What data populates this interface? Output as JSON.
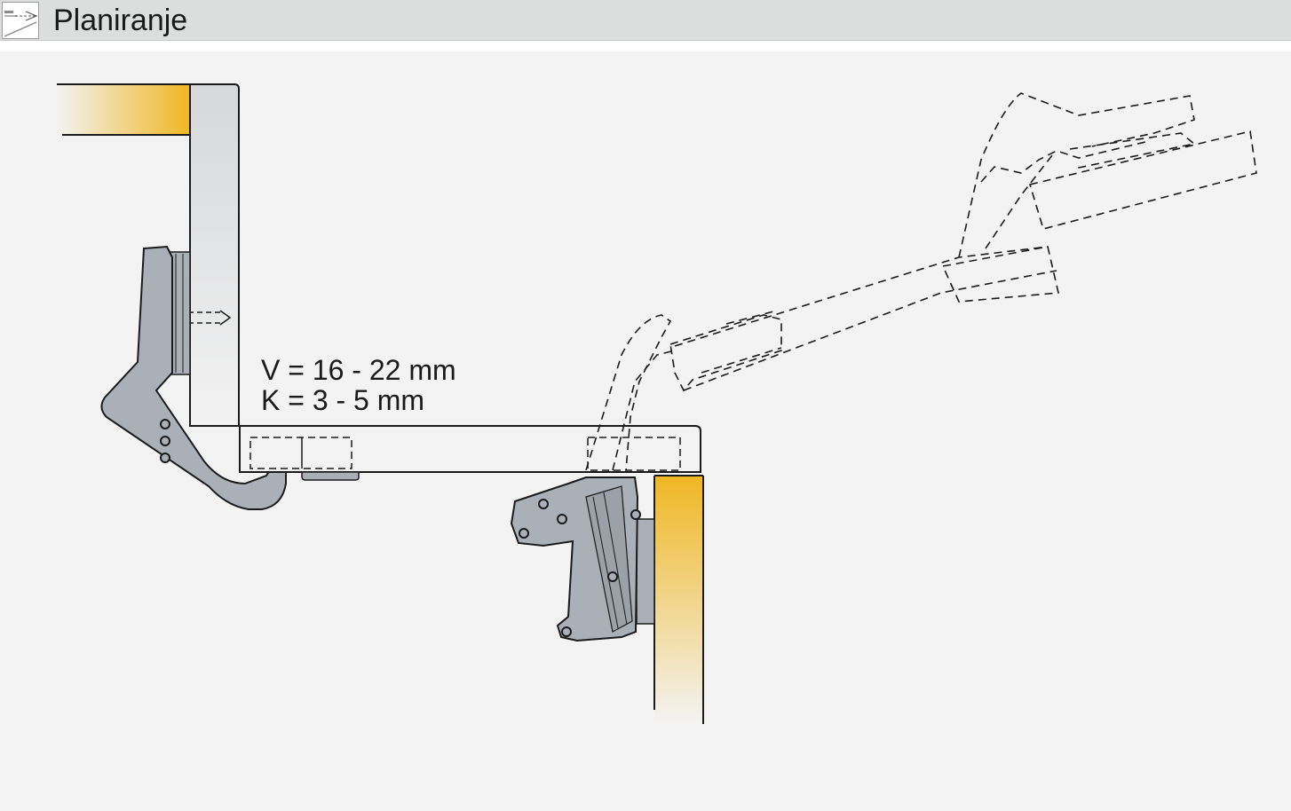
{
  "header": {
    "title": "Planiranje",
    "icon": "planning-ruler-icon"
  },
  "diagram": {
    "dimension_v": "V = 16 - 22 mm",
    "dimension_k": "K = 3 - 5 mm"
  },
  "colors": {
    "header_bg": "#dcdddd",
    "canvas_bg": "#f3f3f3",
    "wood_accent": "#f0b723",
    "hinge_metal": "#a9b0b8",
    "panel_gray": "#d8dadc",
    "outline": "#1a1a1a"
  }
}
